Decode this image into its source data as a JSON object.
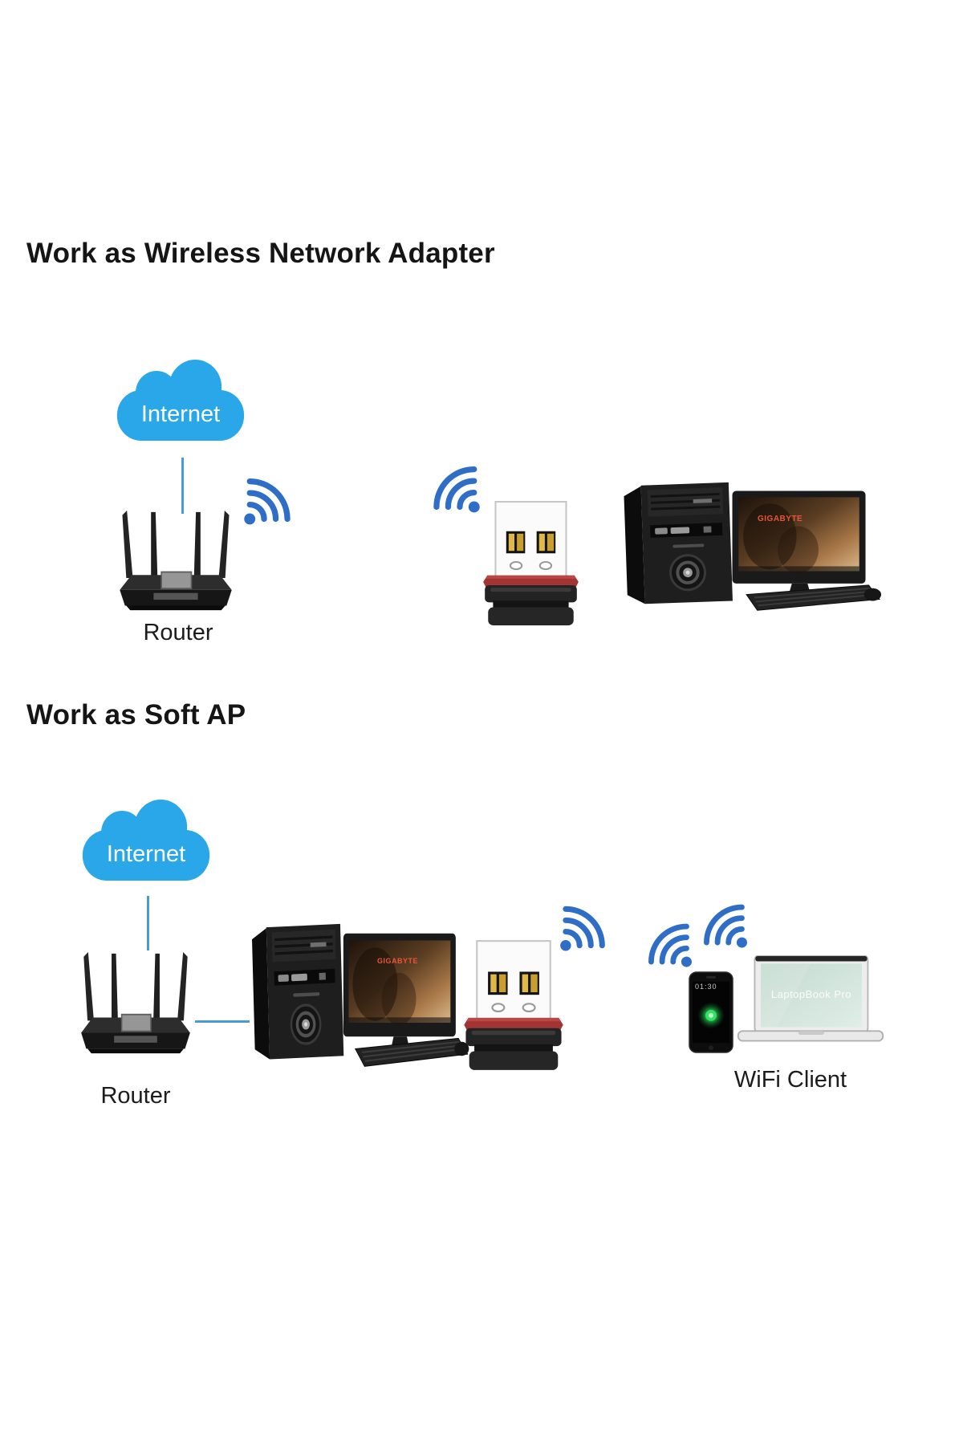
{
  "page": {
    "background": "#ffffff"
  },
  "colors": {
    "cloud_blue": "#29a7e8",
    "wifi_blue": "#2e6ec7",
    "link_line_blue": "#4a9ad6",
    "adapter_red_stripe": "#a23434",
    "title_text": "#151515",
    "monitor_brand_orange": "#e8563a",
    "laptop_screen_mint": "#cfe3d8",
    "phone_glow_green": "#39e463"
  },
  "icons": {
    "cloud": "internet-cloud",
    "wifi": "wifi-signal-arcs-with-dot",
    "router": "four-antenna-router",
    "adapter": "mini-usb-wifi-adapter",
    "desktop": "tower-pc-with-monitor-keyboard-mouse",
    "phone": "smartphone",
    "laptop": "laptop"
  },
  "section1": {
    "title": "Work as Wireless Network Adapter",
    "cloud_label": "Internet",
    "router_label": "Router",
    "monitor_brand": "GIGABYTE"
  },
  "section2": {
    "title": "Work as Soft AP",
    "cloud_label": "Internet",
    "router_label": "Router",
    "monitor_brand": "GIGABYTE",
    "phone_time": "01:30",
    "laptop_screen_text": "LaptopBook Pro",
    "client_label": "WiFi Client"
  }
}
